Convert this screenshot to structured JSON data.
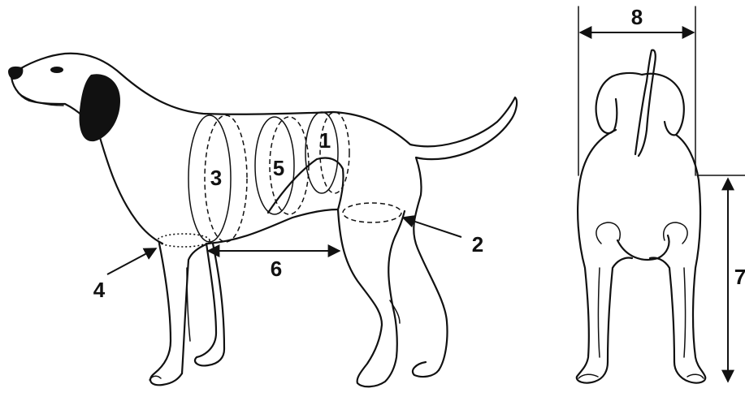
{
  "labels": {
    "m1": "1",
    "m2": "2",
    "m3": "3",
    "m4": "4",
    "m5": "5",
    "m6": "6",
    "m7": "7",
    "m8": "8"
  },
  "colors": {
    "ink": "#111111",
    "background": "#ffffff"
  }
}
